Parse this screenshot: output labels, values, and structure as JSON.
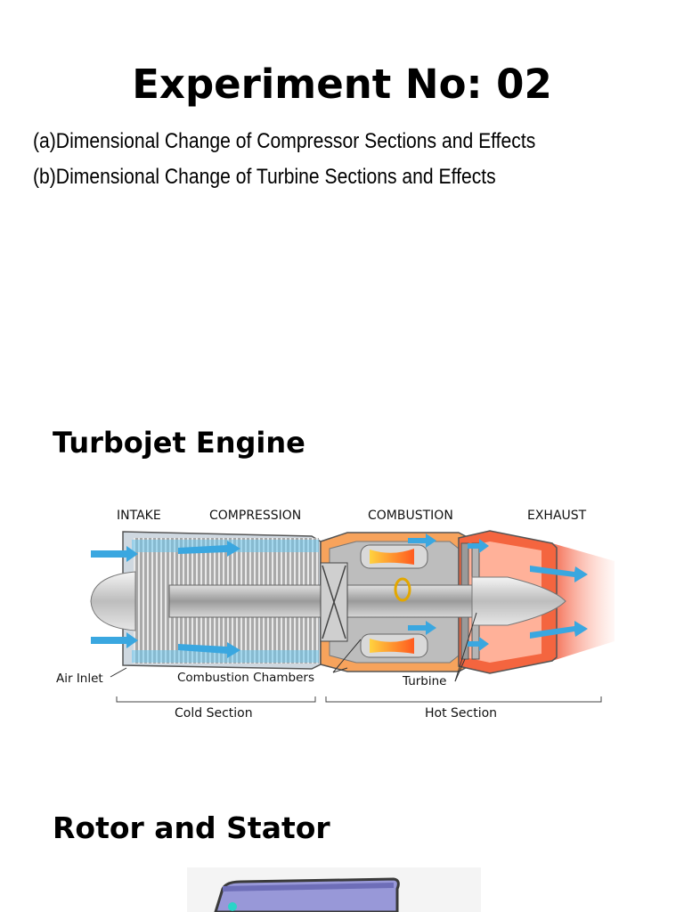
{
  "document": {
    "title": "Experiment No: 02",
    "lines": [
      "(a)Dimensional Change of Compressor Sections and Effects",
      "(b)Dimensional Change of Turbine Sections and Effects"
    ]
  },
  "section1": {
    "heading": "Turbojet Engine",
    "diagram": {
      "stages": [
        "INTAKE",
        "COMPRESSION",
        "COMBUSTION",
        "EXHAUST"
      ],
      "callouts": {
        "air_inlet": "Air Inlet",
        "combustion_chambers": "Combustion Chambers",
        "turbine": "Turbine"
      },
      "sections": {
        "cold": "Cold Section",
        "hot": "Hot Section"
      }
    }
  },
  "section2": {
    "heading": "Rotor and Stator"
  }
}
